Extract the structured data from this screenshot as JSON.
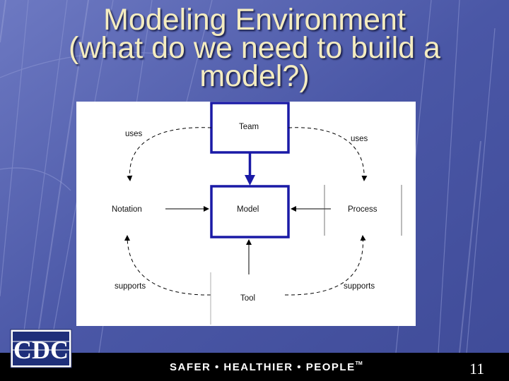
{
  "slide": {
    "title_lines": [
      "Modeling Environment",
      "(what do we need to build a",
      "model?)"
    ],
    "page_number": "11",
    "tagline": "SAFER • HEALTHIER • PEOPLE",
    "tagline_mark": "TM",
    "logo_text": "CDC"
  },
  "diagram": {
    "nodes": {
      "team": "Team",
      "model": "Model",
      "notation": "Notation",
      "process": "Process",
      "tool": "Tool"
    },
    "edge_labels": {
      "uses_left": "uses",
      "uses_right": "uses",
      "supports_left": "supports",
      "supports_right": "supports"
    }
  },
  "colors": {
    "background": "#4a57a6",
    "title": "#f4ecc0",
    "box_border": "#1a1aa6",
    "footer": "#000000"
  }
}
